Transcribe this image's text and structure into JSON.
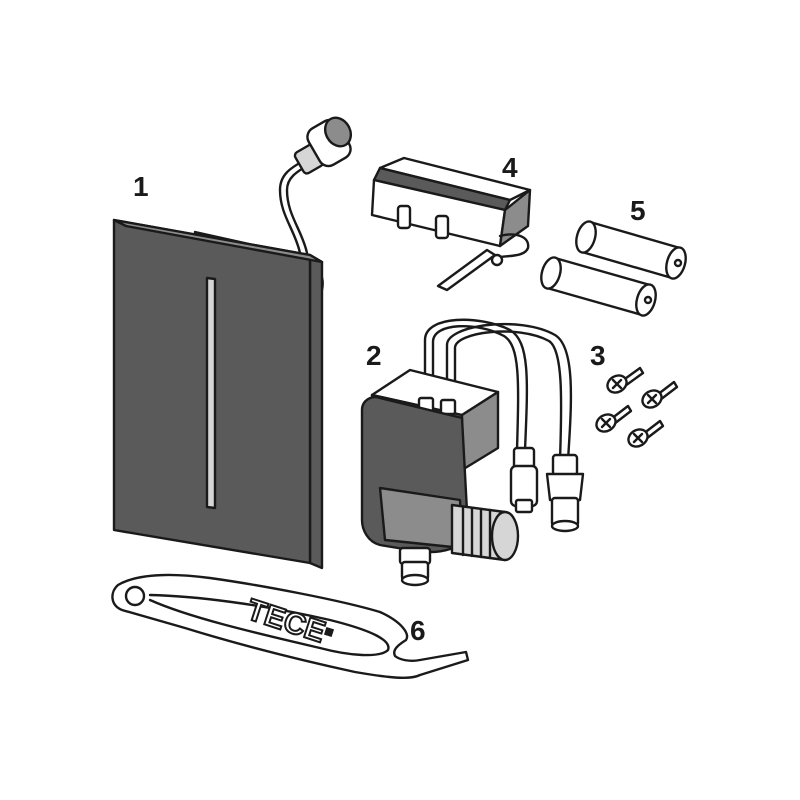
{
  "callouts": {
    "c1": "1",
    "c2": "2",
    "c3": "3",
    "c4": "4",
    "c5": "5",
    "c6": "6"
  },
  "logo": "TECE",
  "colors": {
    "line": "#1a1a1a",
    "panel_dark": "#5a5a5a",
    "panel_mid": "#8c8c8c",
    "panel_light": "#d6d6d6"
  }
}
